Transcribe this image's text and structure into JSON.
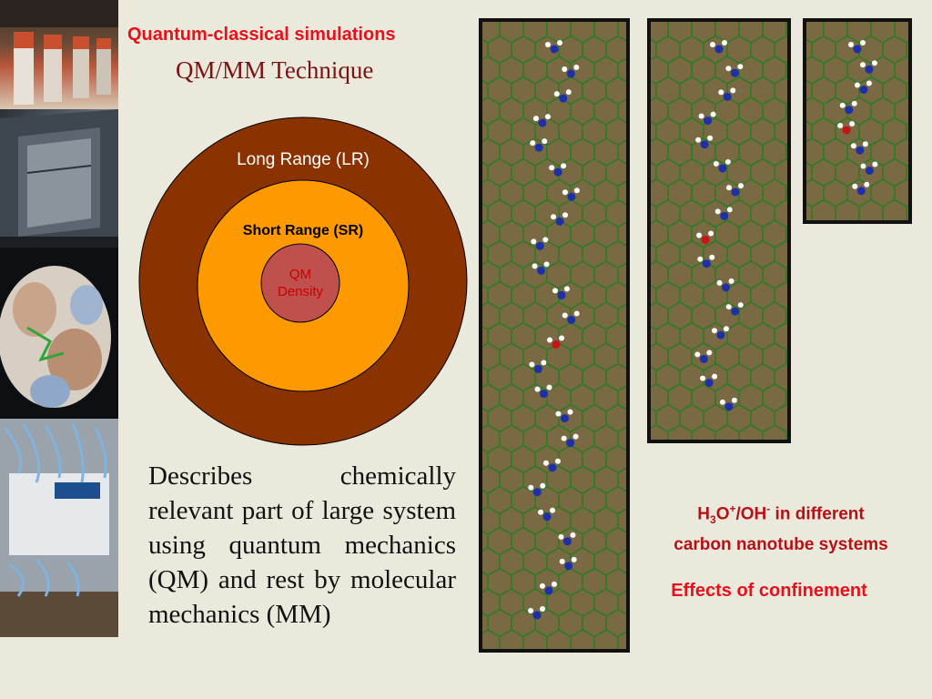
{
  "header": {
    "subtitle": "Quantum-classical simulations",
    "title": "QM/MM Technique"
  },
  "diagram": {
    "outer_label": "Long Range (LR)",
    "middle_label": "Short Range (SR)",
    "inner_label_line1": "QM",
    "inner_label_line2": "Density",
    "colors": {
      "outer": "#8b3300",
      "middle": "#ff9900",
      "inner": "#c0504d",
      "outer_text": "#ffffff",
      "middle_text": "#000000",
      "inner_text": "#cc0000"
    }
  },
  "description": "Describes chemically relevant part of large system using quantum mechanics (QM) and rest by molecular mechanics (MM)",
  "caption": {
    "h": "H",
    "sub3": "3",
    "o": "O",
    "sup_plus": "+",
    "slash_oh": "/OH",
    "sup_minus": "-",
    "rest_line1": " in different",
    "line2": "carbon nanotube systems",
    "effects": "Effects of confinement"
  },
  "tubes": [
    {
      "name": "long-nanotube",
      "atoms": 24
    },
    {
      "name": "medium-nanotube",
      "atoms": 16
    },
    {
      "name": "short-nanotube",
      "atoms": 8
    }
  ]
}
